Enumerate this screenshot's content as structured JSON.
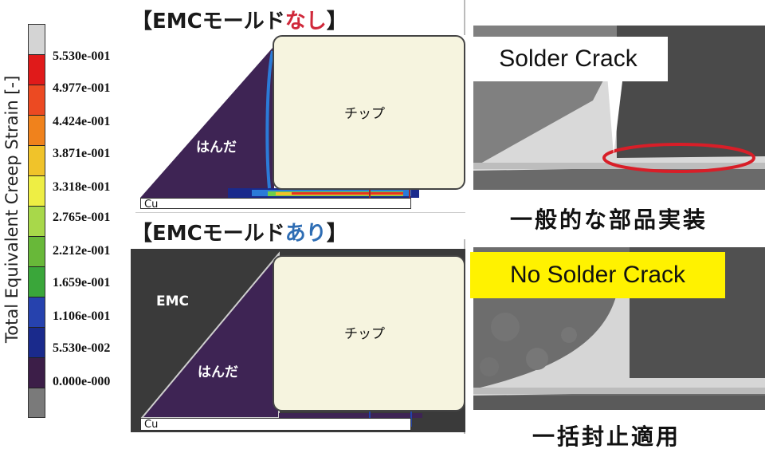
{
  "legend": {
    "title": "Total Equivalent Creep Strain [-]",
    "ticks": [
      "5.530e-001",
      "4.977e-001",
      "4.424e-001",
      "3.871e-001",
      "3.318e-001",
      "2.765e-001",
      "2.212e-001",
      "1.659e-001",
      "1.106e-001",
      "5.530e-002",
      "0.000e-000"
    ],
    "colors": [
      "#d4d4d4",
      "#e01a1a",
      "#ec4a22",
      "#f0821c",
      "#f0c32a",
      "#eeee44",
      "#a8d84a",
      "#68b839",
      "#3aa63a",
      "#2642ae",
      "#1a2a8c",
      "#3c1e48",
      "#7a7a7a"
    ]
  },
  "panel_top": {
    "heading_prefix": "【EMCモールド",
    "heading_accent": "なし",
    "heading_suffix": "】",
    "chip_label": "チップ",
    "solder_label": "はんだ",
    "cu_label": "Cu"
  },
  "panel_bottom": {
    "heading_prefix": "【EMCモールド",
    "heading_accent": "あり",
    "heading_suffix": "】",
    "chip_label": "チップ",
    "solder_label": "はんだ",
    "emc_label": "EMC",
    "cu_label": "Cu"
  },
  "photo_top": {
    "callout": "Solder Crack",
    "caption": "一般的な部品実装"
  },
  "photo_bottom": {
    "callout": "No Solder Crack",
    "caption": "一括封止適用"
  },
  "colors": {
    "solder_purple": "#3e2454",
    "emc_gray": "#3a3a3a",
    "chip_cream": "#f6f4df",
    "crack_ring": "#d81e28",
    "callout_yellow": "#fff200"
  }
}
